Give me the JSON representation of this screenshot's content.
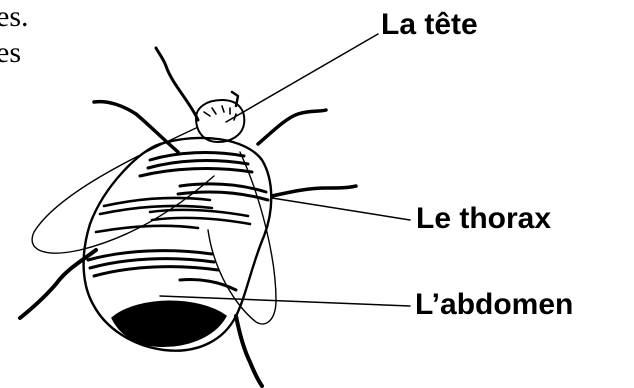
{
  "text_fragments": [
    "es.",
    "es"
  ],
  "labels": {
    "head": "La tête",
    "thorax": "Le thorax",
    "abdomen": "L’abdomen"
  },
  "colors": {
    "ink": "#000000",
    "background": "#ffffff"
  }
}
